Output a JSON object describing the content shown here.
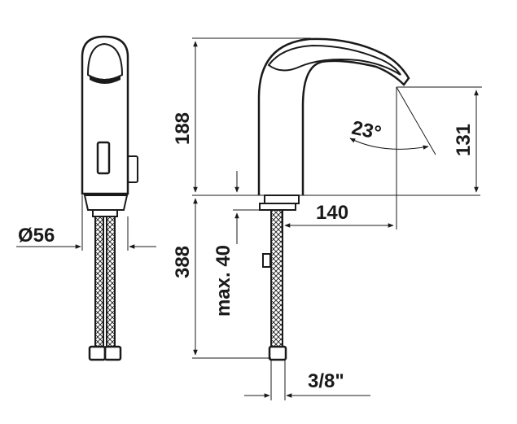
{
  "dimensions": {
    "diameter": "Ø56",
    "spout_height": "188",
    "spout_angle": "23°",
    "outlet_height": "131",
    "spout_reach": "140",
    "total_depth": "388",
    "deck_thickness": "max. 40",
    "connection": "3/8\""
  }
}
